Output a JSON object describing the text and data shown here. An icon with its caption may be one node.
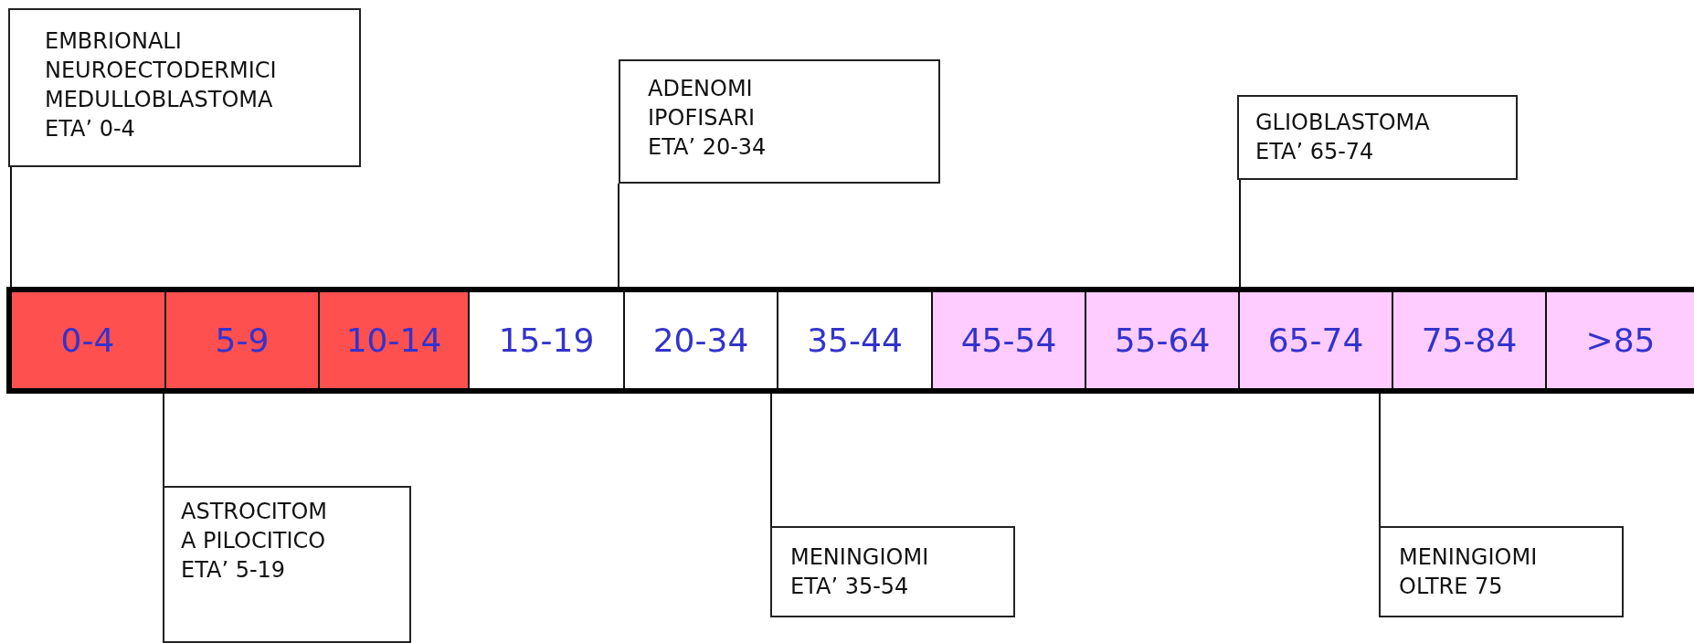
{
  "diagram": {
    "nodes": [
      {
        "text": [
          "EMBRIONALI NEUROECTODERMICI MEDULLOBLASTOMA ETA’ 0-4"
        ]
      },
      {
        "text": [
          "ADENOMI IPOFISARI ETA’ 20-34"
        ]
      },
      {
        "text": [
          "GLIOBLASTOMA ETA’ 65-74"
        ]
      },
      {
        "text": [
          "0-4"
        ]
      },
      {
        "text": [
          "5-9"
        ]
      },
      {
        "text": [
          "10-14"
        ]
      },
      {
        "text": [
          "15-19"
        ]
      },
      {
        "text": [
          "20-34"
        ]
      },
      {
        "text": [
          "35-44"
        ]
      },
      {
        "text": [
          "45-54"
        ]
      },
      {
        "text": [
          "55-64"
        ]
      },
      {
        "text": [
          "65-74"
        ]
      },
      {
        "text": [
          "75-84"
        ]
      },
      {
        "text": [
          ">85"
        ]
      },
      {
        "text": [
          "ASTROCITOMA PILOCITICO ETA’ 5-19"
        ]
      },
      {
        "text": [
          "MENINGIOMI ETA’ 35-54"
        ]
      },
      {
        "text": [
          "MENINGIOMI OLTRE 75"
        ]
      }
    ],
    "edges": [
      {
        "from": 0,
        "to": 3,
        "arrow": "none"
      },
      {
        "from": 1,
        "to": 7,
        "arrow": "none"
      },
      {
        "from": 2,
        "to": 11,
        "arrow": "none"
      },
      {
        "from": 14,
        "to": 4,
        "arrow": "none"
      },
      {
        "from": 15,
        "to": 8,
        "arrow": "none"
      },
      {
        "from": 16,
        "to": 12,
        "arrow": "none"
      }
    ]
  }
}
